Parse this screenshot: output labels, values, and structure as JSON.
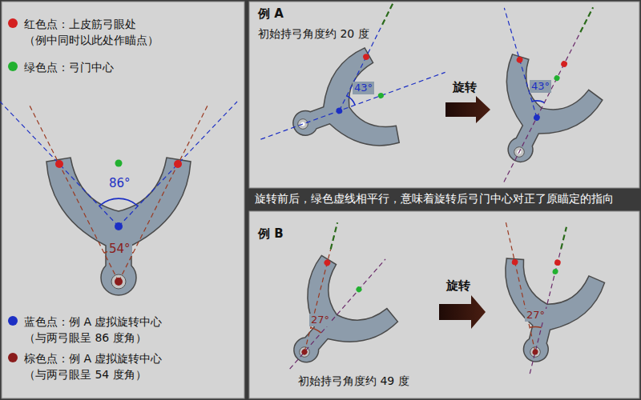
{
  "diagram": {
    "labels": [
      "86°",
      "54°",
      "例 A",
      "初始持弓角度约 20 度",
      "43°",
      "旋转",
      "43°",
      "旋转前后，绿色虚线相平行，意味着旋转后弓门中心对正了原瞄定的指向",
      "例 B",
      "27°",
      "旋转",
      "27°",
      "初始持弓角度约 49 度"
    ],
    "legend": [
      {
        "text": "红色点：上皮筋弓眼处 （例中同时以此处作瞄点）",
        "color": "#d42020"
      },
      {
        "text": "绿色点：弓门中心",
        "color": "#22b030"
      },
      {
        "text": "蓝色点：例 A 虚拟旋转中心 （与两弓眼呈 86 度角）",
        "color": "#1c2fc4"
      },
      {
        "text": "棕色点：例 A 虚拟旋转中心 （与两弓眼呈 54 度角）",
        "color": "#8a1c1c"
      }
    ]
  }
}
